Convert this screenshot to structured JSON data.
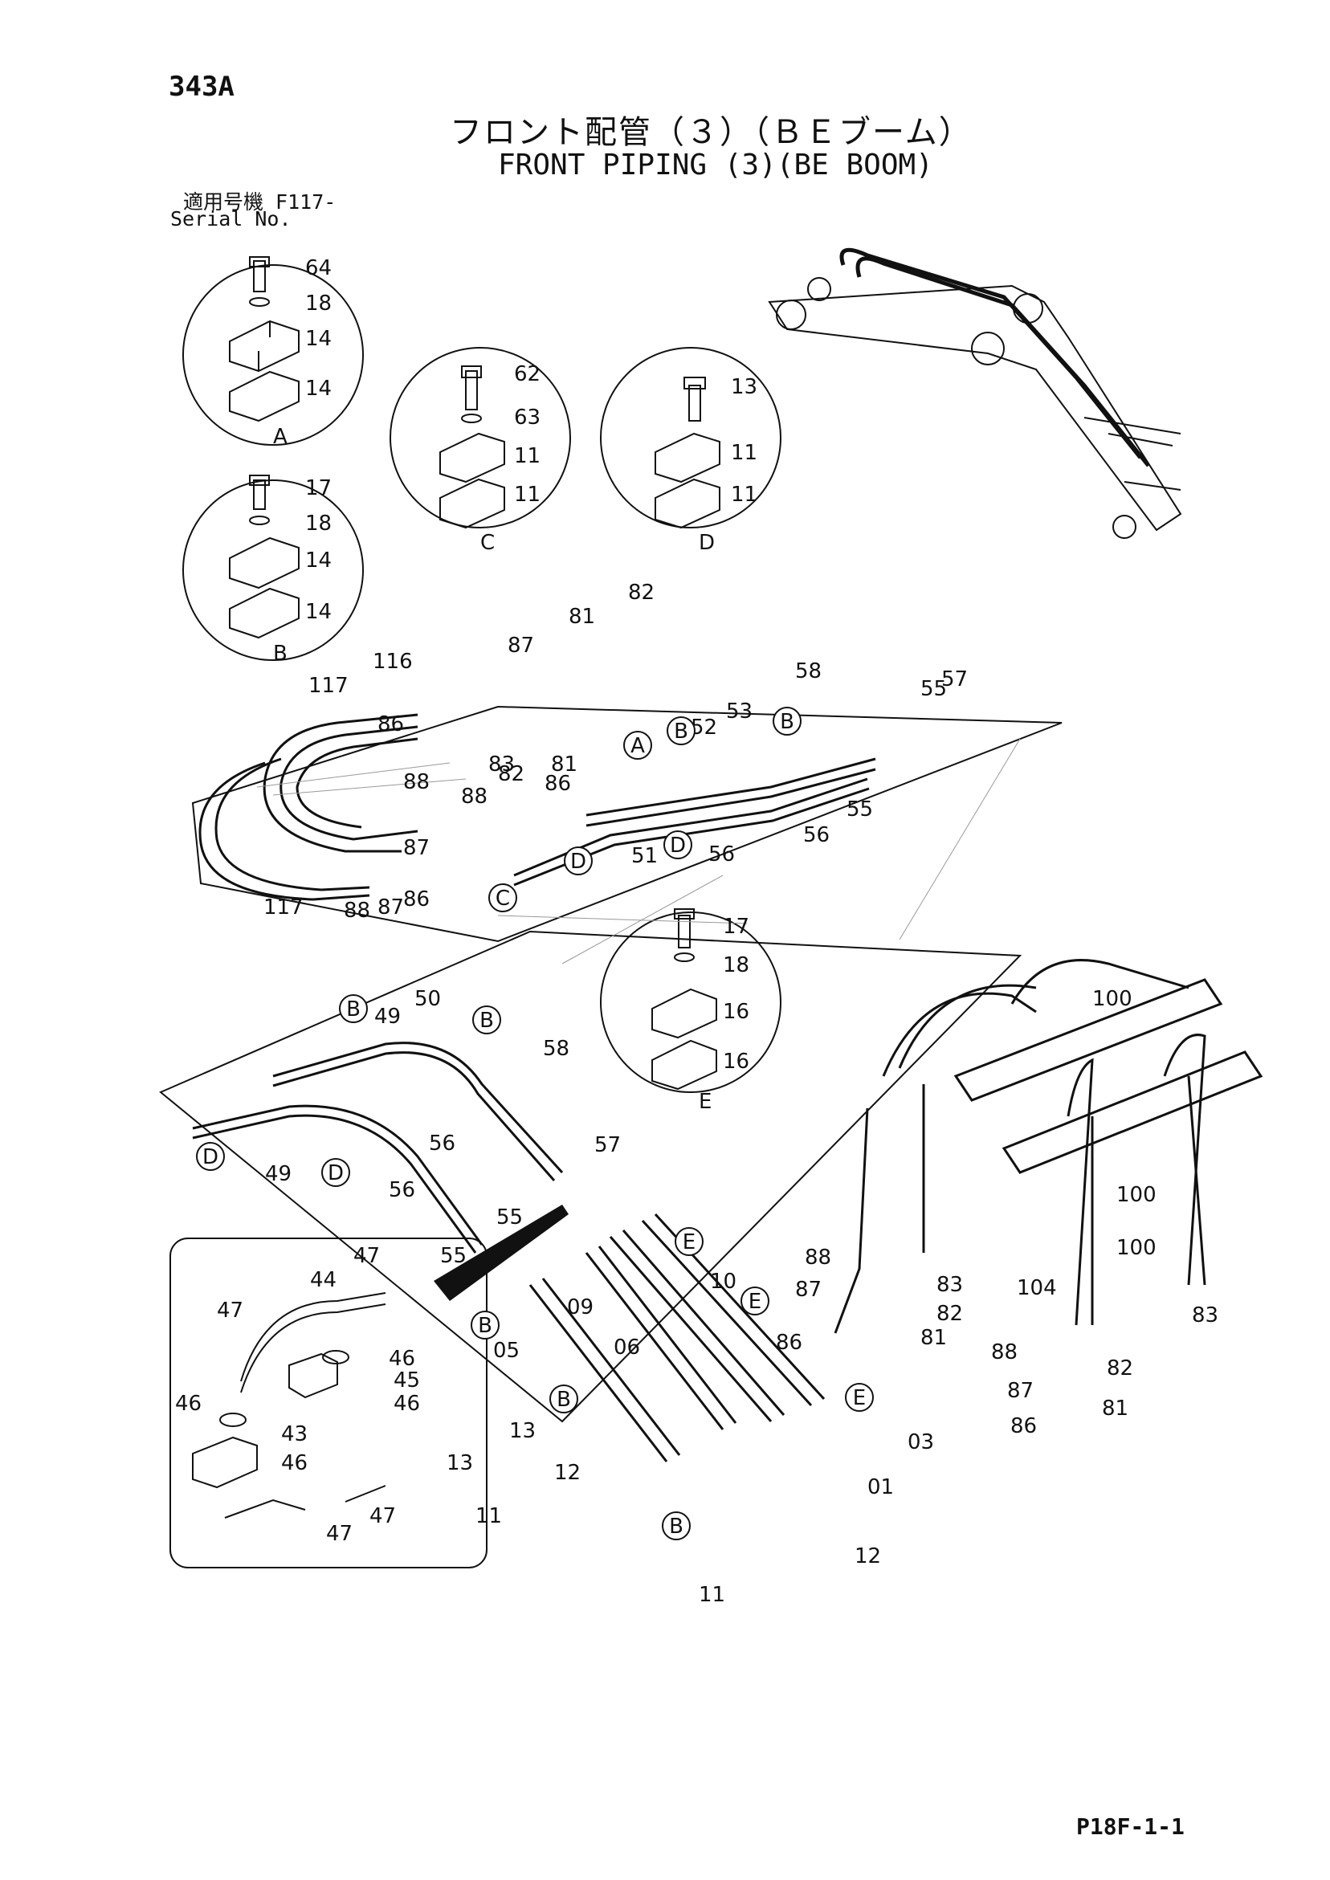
{
  "page_number": "343A",
  "title_jp": "フロント配管（３）（ＢＥブーム）",
  "title_en": "FRONT PIPING (3)(BE BOOM)",
  "serial_label_jp": "適用号機 F117-",
  "serial_label_en": "Serial No.",
  "footer_ref": "P18F-1-1",
  "insets": [
    {
      "letter": "A",
      "callouts": [
        "64",
        "18",
        "14",
        "14"
      ]
    },
    {
      "letter": "B",
      "callouts": [
        "17",
        "18",
        "14",
        "14"
      ]
    },
    {
      "letter": "C",
      "callouts": [
        "62",
        "63",
        "11",
        "11"
      ]
    },
    {
      "letter": "D",
      "callouts": [
        "13",
        "11",
        "11"
      ]
    },
    {
      "letter": "E",
      "callouts": [
        "17",
        "18",
        "16",
        "16"
      ]
    }
  ],
  "upper_callouts": [
    "116",
    "117",
    "87",
    "81",
    "82",
    "58",
    "57",
    "55",
    "53",
    "52",
    "86",
    "88",
    "83",
    "82",
    "81",
    "86",
    "88",
    "87",
    "51",
    "56",
    "56",
    "55",
    "117",
    "88",
    "87",
    "86"
  ],
  "lower_callouts": [
    "50",
    "49",
    "58",
    "49",
    "56",
    "57",
    "56",
    "55",
    "55",
    "10",
    "09",
    "06",
    "05",
    "88",
    "87",
    "86",
    "83",
    "82",
    "81",
    "13",
    "12",
    "13",
    "11",
    "03",
    "01",
    "12",
    "11",
    "100",
    "100",
    "100",
    "104",
    "83",
    "88",
    "82",
    "87",
    "81",
    "86"
  ],
  "detail_callouts": [
    "47",
    "44",
    "47",
    "46",
    "45",
    "46",
    "46",
    "43",
    "46",
    "47",
    "47"
  ],
  "upper_clamp_markers": [
    "A",
    "B",
    "B",
    "D",
    "D",
    "C"
  ],
  "lower_clamp_markers": [
    "B",
    "B",
    "D",
    "D",
    "E",
    "B",
    "E",
    "B",
    "E",
    "B"
  ]
}
